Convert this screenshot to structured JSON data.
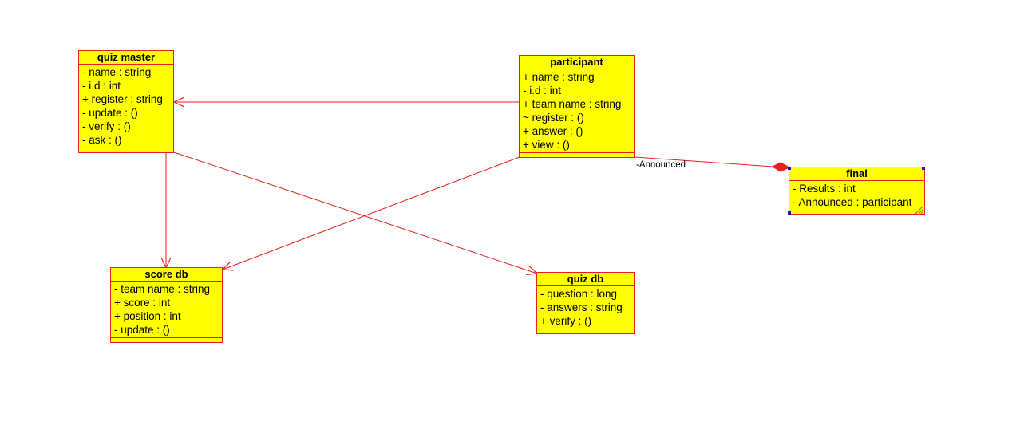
{
  "classes": {
    "quiz_master": {
      "name": "quiz master",
      "attributes": [
        "- name : string",
        "- i.d : int",
        "+ register : string",
        "- update : ()",
        "- verify : ()",
        "- ask : ()"
      ]
    },
    "participant": {
      "name": "participant",
      "attributes": [
        "+ name : string",
        "- i.d : int",
        "+ team name : string",
        "~ register : ()",
        "+ answer : ()",
        "+ view : ()"
      ]
    },
    "final": {
      "name": "final",
      "attributes": [
        "- Results : int",
        "- Announced : participant"
      ]
    },
    "score_db": {
      "name": "score db",
      "attributes": [
        "- team name : string",
        "+ score : int",
        "+ position : int",
        "- update : ()"
      ]
    },
    "quiz_db": {
      "name": "quiz db",
      "attributes": [
        "- question : long",
        "- answers : string",
        "+ verify : ()"
      ]
    }
  },
  "relations": [
    {
      "from": "participant",
      "to": "quiz_master",
      "type": "directed-association"
    },
    {
      "from": "quiz_master",
      "to": "score_db",
      "type": "directed-association"
    },
    {
      "from": "quiz_master",
      "to": "quiz_db",
      "type": "directed-association"
    },
    {
      "from": "participant",
      "to": "score_db",
      "type": "directed-association"
    },
    {
      "from": "participant",
      "to": "final",
      "type": "composition",
      "label": "-Announced"
    }
  ],
  "colors": {
    "class_fill": "#ffff00",
    "class_border": "#e8201e",
    "line": "#e8201e",
    "selection_handle": "#1a1aa8"
  }
}
